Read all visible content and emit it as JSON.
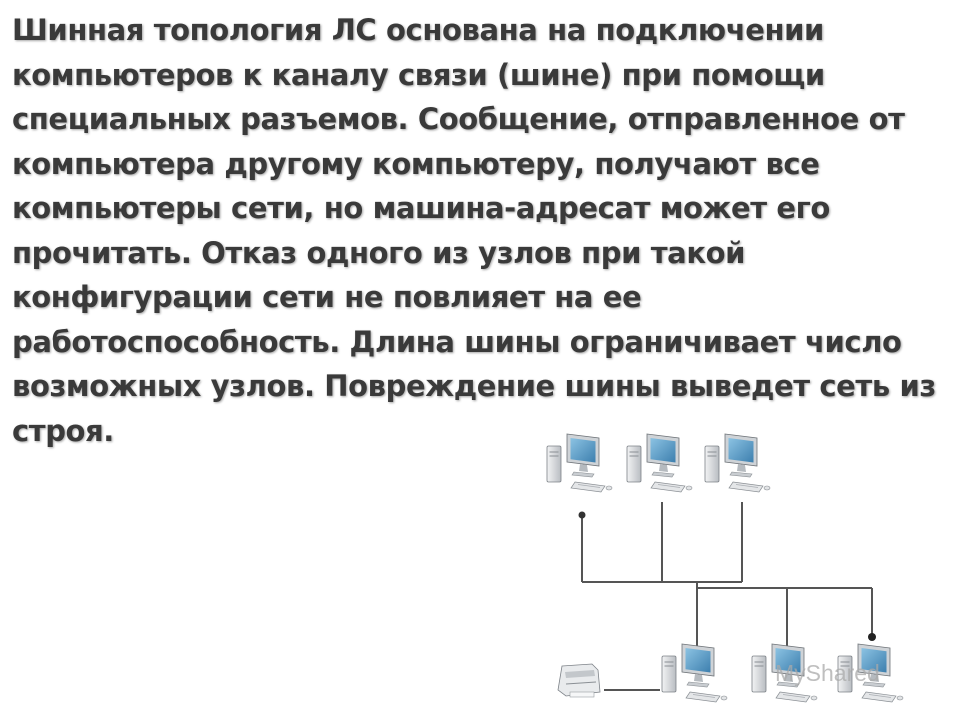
{
  "slide": {
    "text_lines": [
      "Шинная топология ЛС основана на подключении",
      "компьютеров к каналу связи (шине) при помощи",
      "специальных разъемов. Сообщение, отправленное от",
      "компьютера другому компьютеру, получают все",
      "компьютеры сети, но машина-адресат может его",
      "прочитать. Отказ одного из узлов при такой",
      "конфигурации сети не повлияет на ее",
      "работоспособность. Длина шины ограничивает число",
      "возможных узлов. Повреждение шины выведет сеть из",
      "строя."
    ],
    "watermark": "MyShared"
  },
  "diagram": {
    "icons": {
      "workstation": "workstation-icon",
      "printer": "printer-icon",
      "terminator": "bus-terminator-icon"
    },
    "colors": {
      "bus_line": "#555555",
      "monitor_screen": "#5aa0c8",
      "case": "#d9dcdf"
    }
  }
}
